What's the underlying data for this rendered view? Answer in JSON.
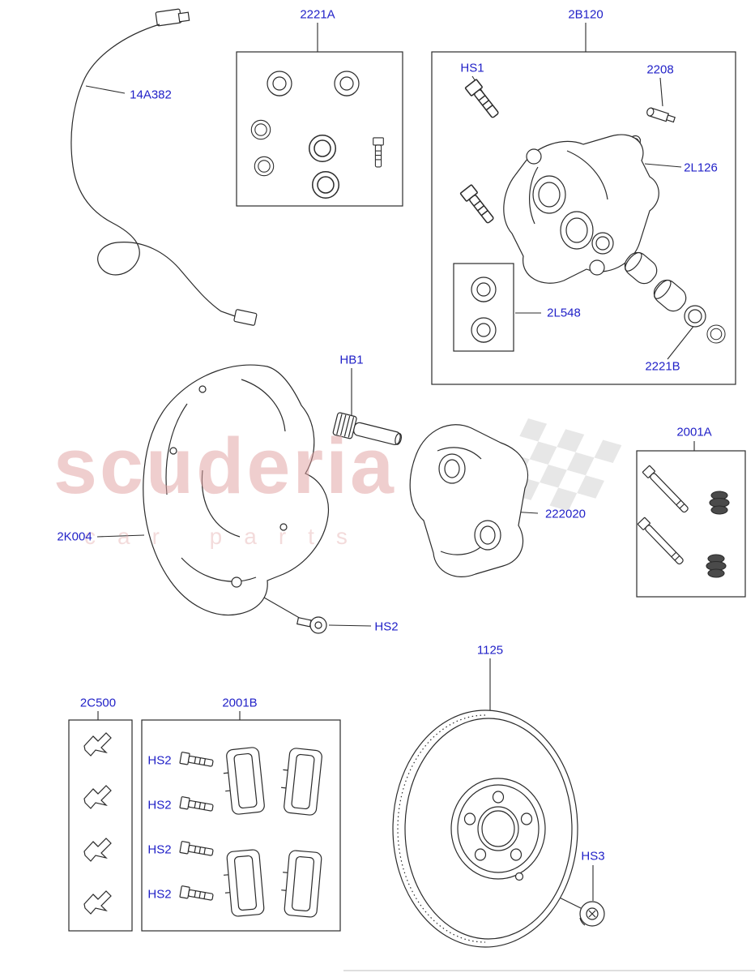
{
  "labels": {
    "sensor": "14A382",
    "seal_kit_a": "2221A",
    "caliper_assembly": "2B120",
    "caliper_bolt": "HS1",
    "bleed_screw": "2208",
    "lever": "2L126",
    "nut_kit": "2L548",
    "piston_seal_kit": "2221B",
    "guide_pin_bolt": "HB1",
    "guide_pin_kit": "2001A",
    "splash_shield": "2K004",
    "carrier": "222020",
    "shield_bolt": "HS2",
    "clip_kit": "2C500",
    "pad_kit": "2001B",
    "pad_bolt_1": "HS2",
    "pad_bolt_2": "HS2",
    "pad_bolt_3": "HS2",
    "pad_bolt_4": "HS2",
    "disc": "1125",
    "disc_screw": "HS3"
  },
  "watermark": {
    "title": "scuderia",
    "subtitle": "car parts"
  },
  "colors": {
    "label": "#2222c8",
    "watermark": "#e2a3a3",
    "line": "#2b2b2b"
  }
}
